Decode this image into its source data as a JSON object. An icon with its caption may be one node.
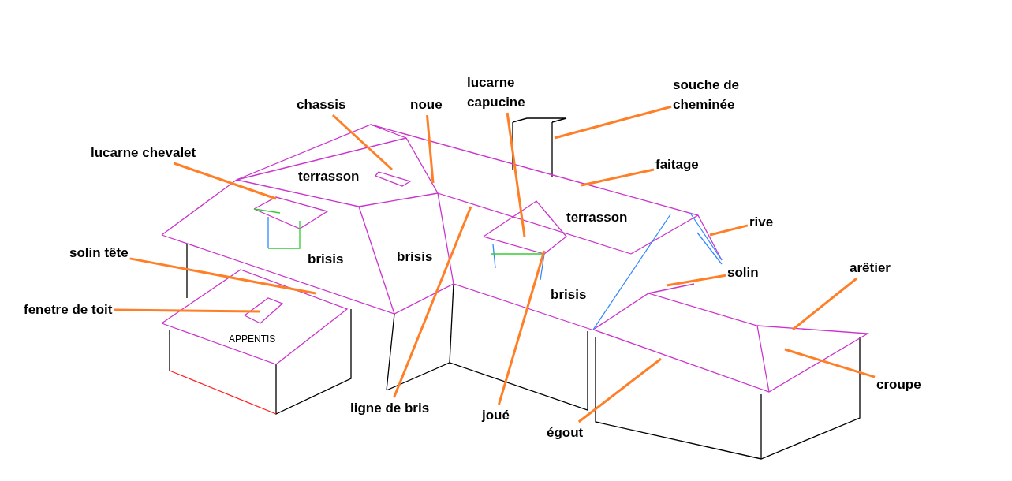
{
  "diagram": {
    "nodes": [
      {
        "text": [
          "lucarne capucine"
        ]
      },
      {
        "text": [
          "souche de cheminée"
        ]
      },
      {
        "text": [
          "chassis"
        ]
      },
      {
        "text": [
          "noue"
        ]
      },
      {
        "text": [
          "lucarne chevalet"
        ]
      },
      {
        "text": [
          "faitage"
        ]
      },
      {
        "text": [
          "rive"
        ]
      },
      {
        "text": [
          "solin tête"
        ]
      },
      {
        "text": [
          "solin"
        ]
      },
      {
        "text": [
          "arêtier"
        ]
      },
      {
        "text": [
          "fenetre de toit"
        ]
      },
      {
        "text": [
          "croupe"
        ]
      },
      {
        "text": [
          "ligne de bris"
        ]
      },
      {
        "text": [
          "joué"
        ]
      },
      {
        "text": [
          "égout"
        ]
      }
    ],
    "edges": [
      {
        "from": 0,
        "to": null,
        "arrow": "none"
      },
      {
        "from": 1,
        "to": null,
        "arrow": "none"
      },
      {
        "from": 2,
        "to": null,
        "arrow": "none"
      },
      {
        "from": 3,
        "to": null,
        "arrow": "none"
      },
      {
        "from": 4,
        "to": null,
        "arrow": "none"
      },
      {
        "from": 5,
        "to": null,
        "arrow": "none"
      },
      {
        "from": 6,
        "to": null,
        "arrow": "none"
      },
      {
        "from": 7,
        "to": null,
        "arrow": "none"
      },
      {
        "from": 8,
        "to": null,
        "arrow": "none"
      },
      {
        "from": 9,
        "to": null,
        "arrow": "none"
      },
      {
        "from": 10,
        "to": null,
        "arrow": "none"
      },
      {
        "from": 11,
        "to": null,
        "arrow": "none"
      },
      {
        "from": 12,
        "to": null,
        "arrow": "none"
      },
      {
        "from": 13,
        "to": null,
        "arrow": "none"
      },
      {
        "from": 14,
        "to": null,
        "arrow": "none"
      }
    ],
    "labels": [
      "terrasson",
      "terrasson",
      "brisis",
      "brisis",
      "brisis",
      "APPENTIS"
    ]
  }
}
